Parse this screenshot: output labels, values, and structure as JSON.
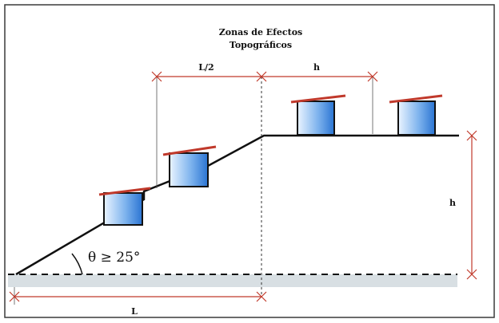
{
  "title": {
    "line1": "Zonas de Efectos",
    "line2": "Topográficos"
  },
  "labels": {
    "half_length": "L/2",
    "height_top": "h",
    "height_right": "h",
    "angle": "θ ≥ 25°",
    "length": "L"
  },
  "colors": {
    "frame": "#3a3a3a",
    "ground_band": "#d8dfe3",
    "terrain": "#111111",
    "dimension": "#c0392b",
    "roof": "#c0392b",
    "house_fill_light": "#e6f2ff",
    "house_fill_dark": "#2f7fd9"
  }
}
